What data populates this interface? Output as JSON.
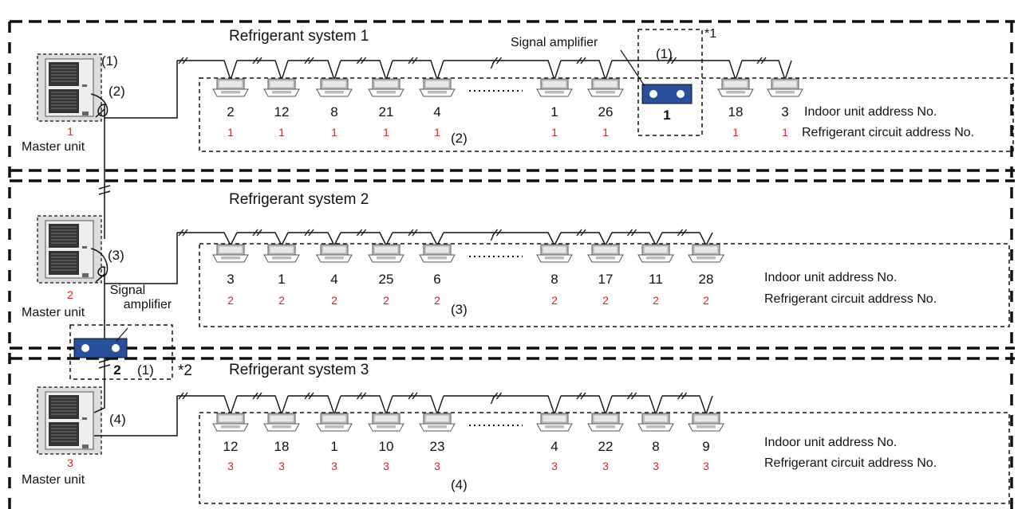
{
  "colors": {
    "line": "#111111",
    "red": "#dd2222",
    "amplifier": "#2a4f9a",
    "unit_gray": "#cfcfcf"
  },
  "labels": {
    "signal_amplifier": "Signal amplifier",
    "signal": "Signal",
    "amplifier": "amplifier",
    "master_unit": "Master unit",
    "note1": "*1",
    "note2": "*2",
    "indoor_legend": "Indoor unit address No.",
    "refrigerant_legend": "Refrigerant circuit address No."
  },
  "systems": [
    {
      "title": "Refrigerant system 1",
      "master_number": "1",
      "outdoor_labels": [
        "(1)",
        "(2)"
      ],
      "group_label": "(2)",
      "indoor_addresses": [
        "2",
        "12",
        "8",
        "21",
        "4",
        "1",
        "26",
        "18",
        "3"
      ],
      "refrigerant_addresses": [
        "1",
        "1",
        "1",
        "1",
        "1",
        "1",
        "1",
        "1",
        "1"
      ]
    },
    {
      "title": "Refrigerant system 2",
      "master_number": "2",
      "outdoor_labels": [
        "(3)"
      ],
      "group_label": "(3)",
      "indoor_addresses": [
        "3",
        "1",
        "4",
        "25",
        "6",
        "8",
        "17",
        "11",
        "28"
      ],
      "refrigerant_addresses": [
        "2",
        "2",
        "2",
        "2",
        "2",
        "2",
        "2",
        "2",
        "2"
      ]
    },
    {
      "title": "Refrigerant system 3",
      "master_number": "3",
      "outdoor_labels": [
        "(4)"
      ],
      "group_label": "(4)",
      "indoor_addresses": [
        "12",
        "18",
        "1",
        "10",
        "23",
        "4",
        "22",
        "8",
        "9"
      ],
      "refrigerant_addresses": [
        "3",
        "3",
        "3",
        "3",
        "3",
        "3",
        "3",
        "3",
        "3"
      ]
    }
  ],
  "amplifiers": [
    {
      "number": "1",
      "label": "(1)"
    },
    {
      "number": "2",
      "label": "(1)"
    }
  ]
}
